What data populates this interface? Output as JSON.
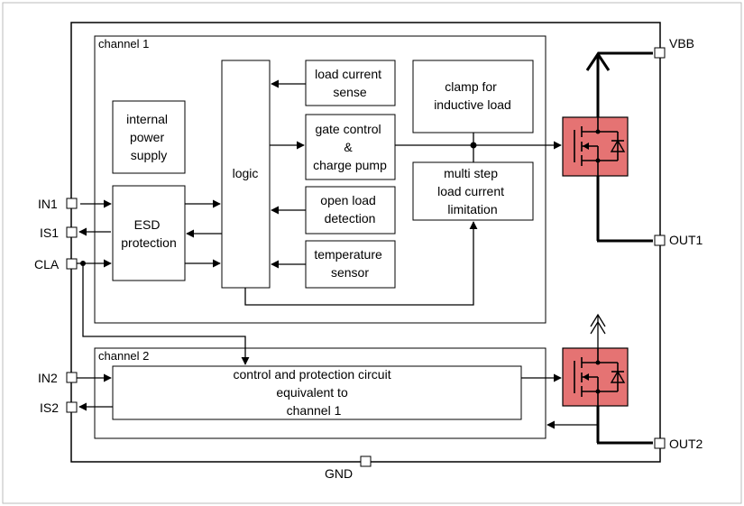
{
  "channel1": {
    "title": "channel 1",
    "blocks": {
      "internal_power_supply": [
        "internal",
        "power",
        "supply"
      ],
      "esd_protection": [
        "ESD",
        "protection"
      ],
      "logic": [
        "logic"
      ],
      "load_current_sense": [
        "load current",
        "sense"
      ],
      "gate_control": [
        "gate control",
        "&",
        "charge pump"
      ],
      "open_load_detection": [
        "open load",
        "detection"
      ],
      "temperature_sensor": [
        "temperature",
        "sensor"
      ],
      "clamp": [
        "clamp for",
        "inductive load"
      ],
      "current_limitation": [
        "multi step",
        "load current",
        "limitation"
      ]
    }
  },
  "channel2": {
    "title": "channel 2",
    "block": [
      "control and protection circuit",
      "equivalent to",
      "channel 1"
    ]
  },
  "pins": {
    "in1": "IN1",
    "is1": "IS1",
    "cla": "CLA",
    "in2": "IN2",
    "is2": "IS2",
    "vbb": "VBB",
    "out1": "OUT1",
    "out2": "OUT2",
    "gnd": "GND"
  },
  "colors": {
    "mosfet_fill": "#e57373",
    "line": "#000000",
    "background": "#ffffff"
  }
}
